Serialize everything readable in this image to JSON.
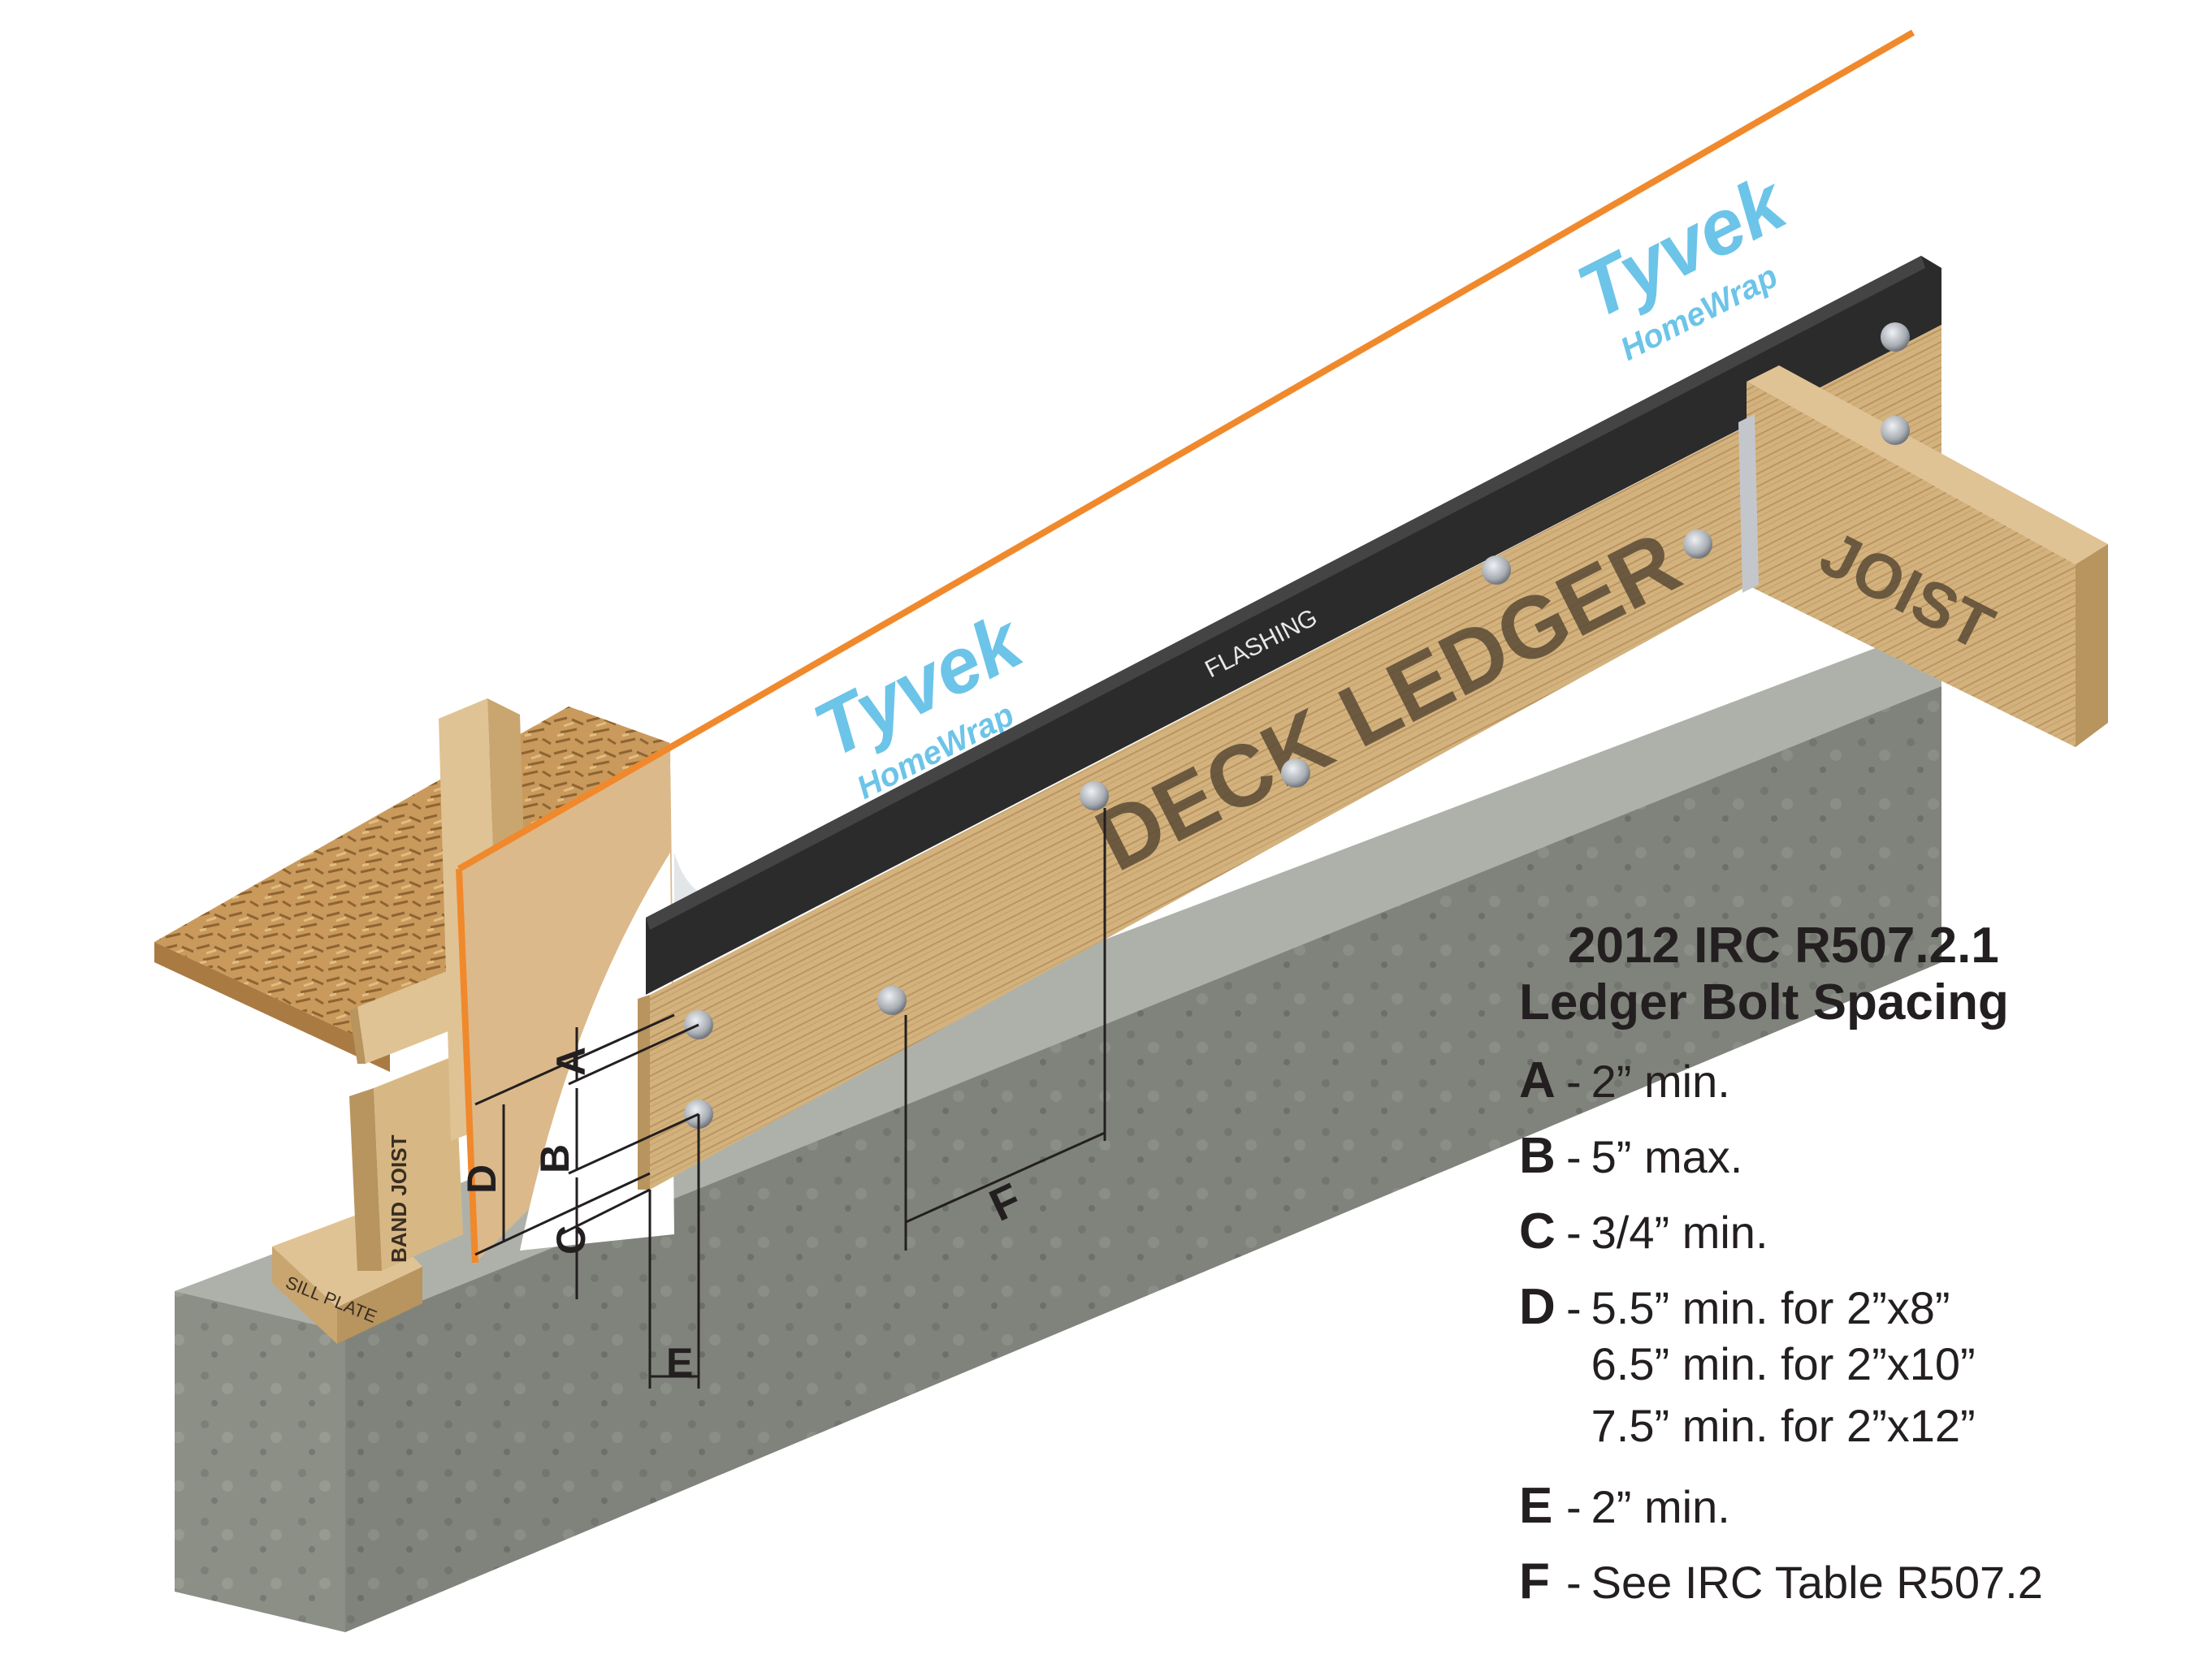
{
  "colors": {
    "concrete": "#8b8f86",
    "concrete_dark": "#6d7169",
    "concrete_top": "#aeb1aa",
    "wood": "#d3b27d",
    "wood_dark": "#b8945f",
    "osb": "#c99a5c",
    "wrap": "#ffffff",
    "wrap_text": "#6cc4e8",
    "flashing": "#2b2b2b",
    "orange": "#f0892c",
    "bolt": "#b9bec4",
    "label_dark": "#5a4a36",
    "text": "#231f20"
  },
  "diagram": {
    "wrap_brand": "Tyvek",
    "wrap_product": "HomeWrap",
    "flashing_label": "FLASHING",
    "ledger_label": "DECK LEDGER",
    "joist_label": "JOIST",
    "band_joist_label": "BAND JOIST",
    "sill_plate_label": "SILL PLATE",
    "dim_labels": {
      "a": "A",
      "b": "B",
      "c": "C",
      "d": "D",
      "e": "E",
      "f": "F"
    }
  },
  "legend": {
    "title_line1": "2012 IRC R507.2.1",
    "title_line2": "Ledger Bolt Spacing",
    "items": [
      {
        "key": "A",
        "values": [
          "2” min."
        ]
      },
      {
        "key": "B",
        "values": [
          "5” max."
        ]
      },
      {
        "key": "C",
        "values": [
          "3/4” min."
        ]
      },
      {
        "key": "D",
        "values": [
          "5.5” min. for 2”x8”",
          "6.5” min. for 2”x10”",
          "7.5” min. for 2”x12”"
        ]
      },
      {
        "key": "E",
        "values": [
          "2” min."
        ]
      },
      {
        "key": "F",
        "values": [
          "See IRC Table R507.2"
        ]
      }
    ]
  }
}
